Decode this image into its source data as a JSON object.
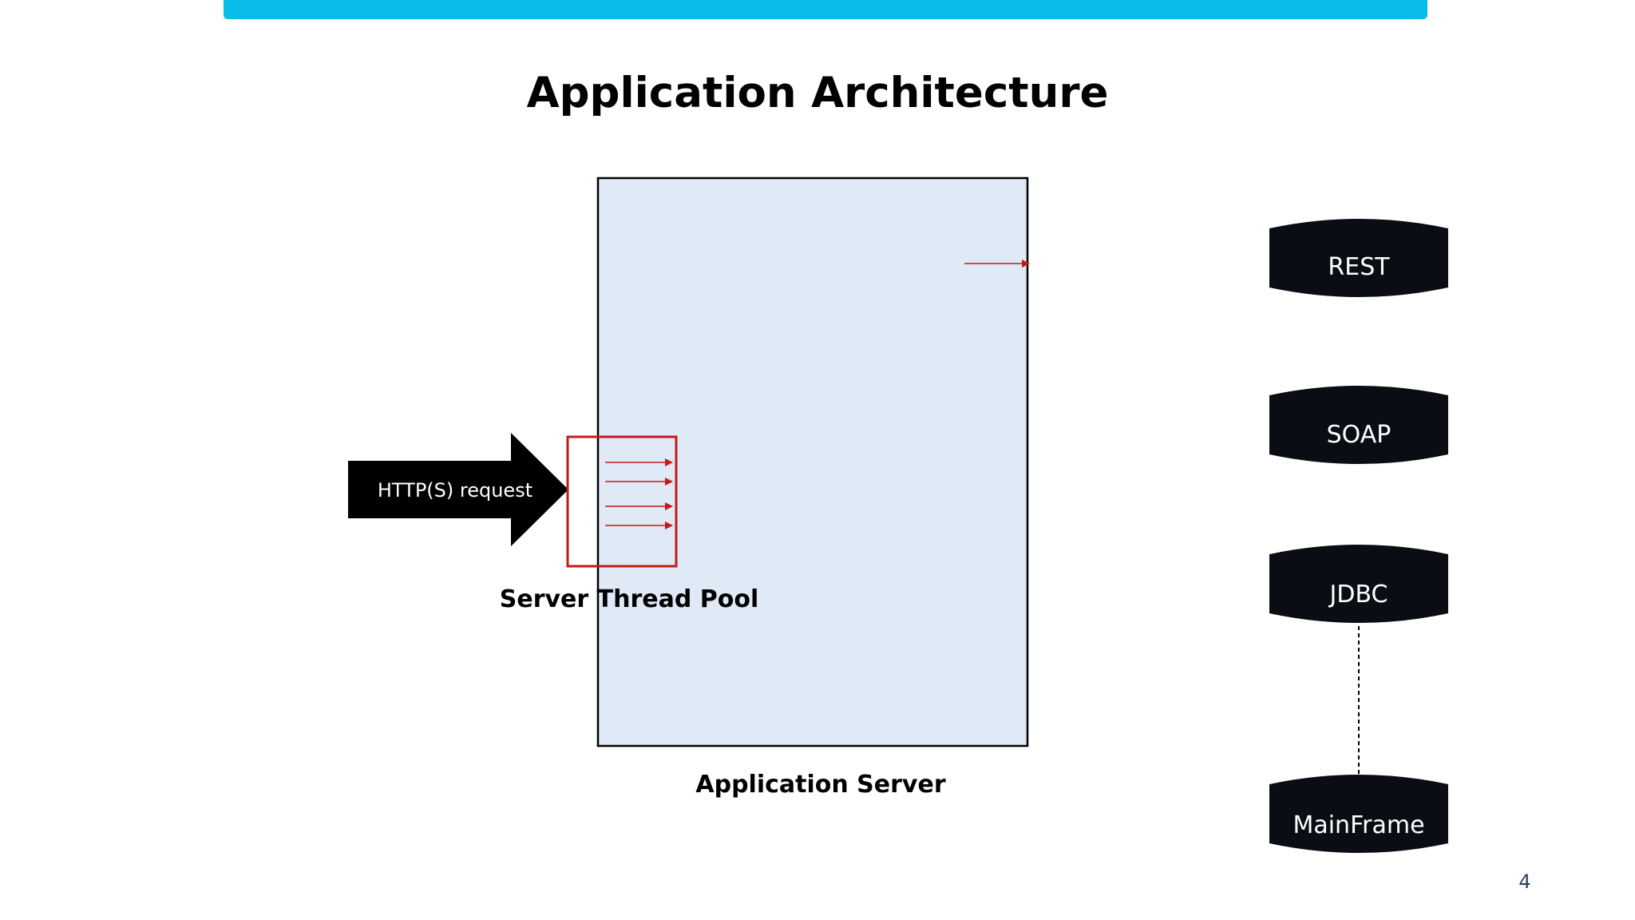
{
  "slide": {
    "title": "Application Architecture",
    "page_number": "4",
    "accent_color": "#08bce9"
  },
  "diagram": {
    "http_request_label": "HTTP(S) request",
    "thread_pool_label": "Server Thread Pool",
    "app_server_label": "Application Server",
    "app_server_fill": "#dfeaf6",
    "thread_pool_color": "#c41a1a",
    "backends": [
      {
        "label": "REST"
      },
      {
        "label": "SOAP"
      },
      {
        "label": "JDBC"
      },
      {
        "label": "MainFrame"
      }
    ],
    "backend_fill": "#0a0e14"
  }
}
